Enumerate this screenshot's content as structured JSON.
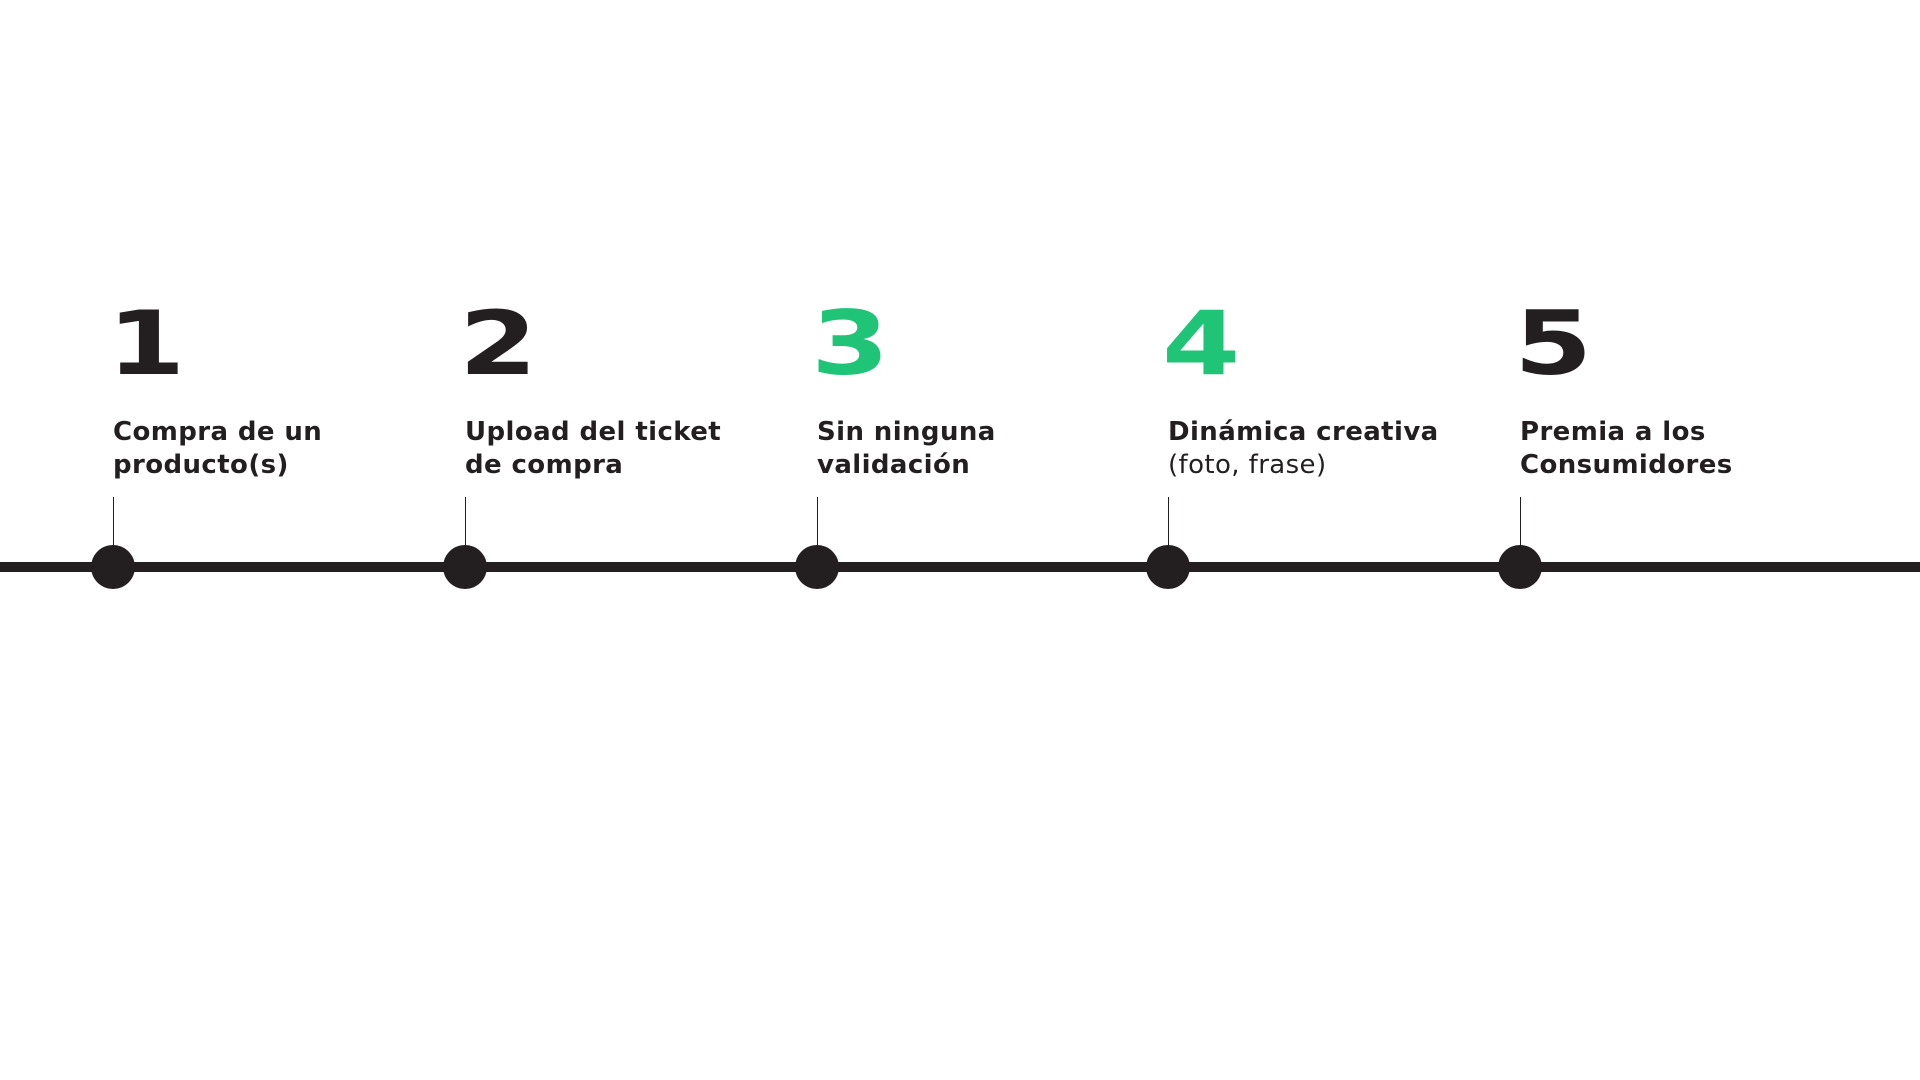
{
  "steps": [
    {
      "number": "1",
      "line1": "Compra de un",
      "line2": "producto(s)",
      "accent": false
    },
    {
      "number": "2",
      "line1": "Upload del ticket",
      "line2": "de compra",
      "accent": false
    },
    {
      "number": "3",
      "line1": "Sin ninguna",
      "line2": "validación",
      "accent": true
    },
    {
      "number": "4",
      "line1": "Dinámica creativa",
      "line2": "(foto, frase)",
      "accent": true
    },
    {
      "number": "5",
      "line1": "Premia a los",
      "line2": "Consumidores",
      "accent": false
    }
  ],
  "colors": {
    "ink": "#231f20",
    "accent": "#1fc476",
    "background": "#ffffff"
  }
}
